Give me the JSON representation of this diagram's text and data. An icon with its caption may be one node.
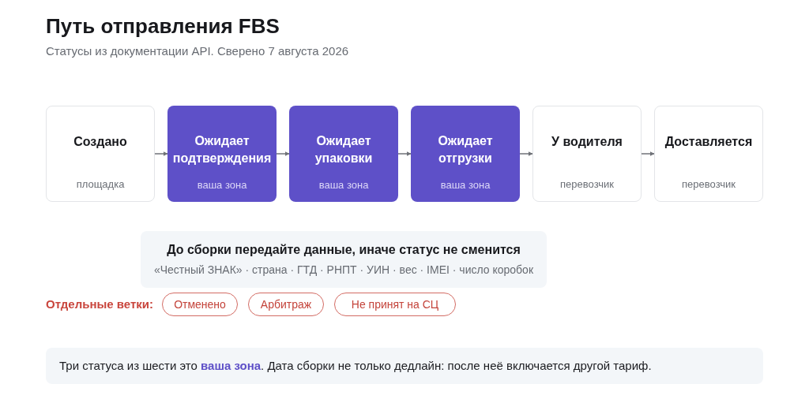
{
  "diagram": {
    "title": "Путь отправления FBS",
    "nodes": [
      {
        "text": [
          "Создано",
          "площадка"
        ]
      },
      {
        "text": [
          "Ожидает подтверждения",
          "ваша зона"
        ]
      },
      {
        "text": [
          "Ожидает упаковки",
          "ваша зона"
        ]
      },
      {
        "text": [
          "Ожидает отгрузки",
          "ваша зона"
        ]
      },
      {
        "text": [
          "У водителя",
          "перевозчик"
        ]
      },
      {
        "text": [
          "Доставляется",
          "перевозчик"
        ]
      },
      {
        "text": [
          "До сборки передайте данные, иначе статус не сменится",
          "«Честный ЗНАК» · страна · ГТД · РНПТ · УИН · вес · IMEI · число коробок"
        ]
      },
      {
        "text": [
          "Отменено"
        ]
      },
      {
        "text": [
          "Арбитраж"
        ]
      },
      {
        "text": [
          "Не принят на СЦ"
        ]
      },
      {
        "text": [
          "Три статуса из шести это **ваша зона**. Дата сборки не только дедлайн: после неё включается другой тариф."
        ]
      }
    ],
    "edges": [
      {
        "from": 0,
        "to": 1,
        "arrow": "to"
      },
      {
        "from": 1,
        "to": 2,
        "arrow": "to"
      },
      {
        "from": 2,
        "to": 3,
        "arrow": "to"
      },
      {
        "from": 3,
        "to": 4,
        "arrow": "to"
      },
      {
        "from": 4,
        "to": 5,
        "arrow": "to"
      }
    ],
    "labels": [
      "Статусы из документации API. Сверено 7 августа 2026",
      "Отдельные ветки:"
    ]
  }
}
